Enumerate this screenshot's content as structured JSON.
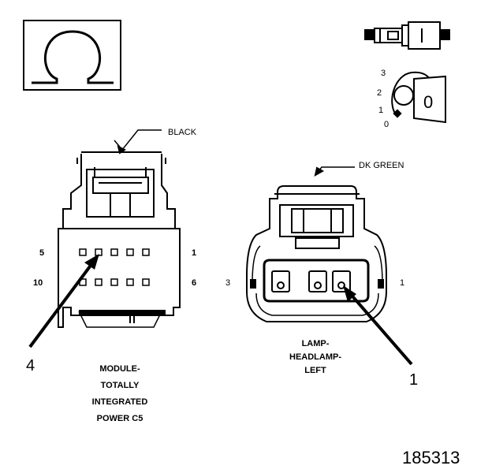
{
  "diagram": {
    "module_connector": {
      "color_label": "BLACK",
      "pin_left_top": "5",
      "pin_left_bottom": "10",
      "pin_right_top": "1",
      "pin_right_bottom": "6",
      "callout": "4",
      "caption": [
        "MODULE-",
        "TOTALLY",
        "INTEGRATED",
        "POWER C5"
      ]
    },
    "lamp_connector": {
      "color_label": "DK GREEN",
      "pin_left": "3",
      "pin_right": "1",
      "callout": "1",
      "caption": [
        "LAMP-",
        "HEADLAMP-",
        "LEFT"
      ]
    },
    "key_indicator": {
      "positions": [
        "3",
        "2",
        "1",
        "0"
      ],
      "key_label": "0"
    },
    "omega_symbol": "Ω",
    "figure_number": "185313"
  }
}
